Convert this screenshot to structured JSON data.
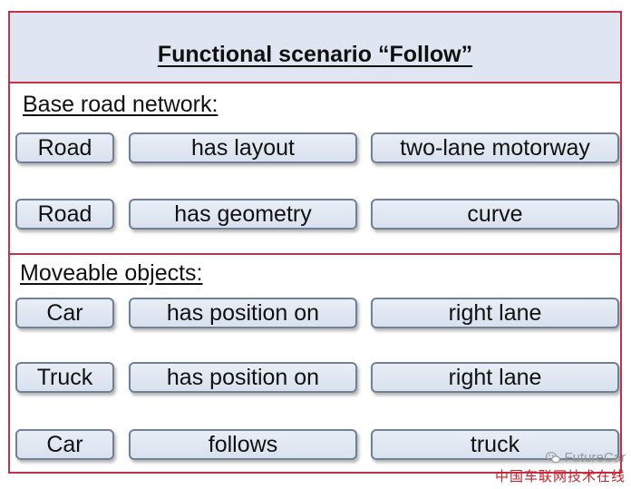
{
  "title": "Functional scenario “Follow”",
  "sections": [
    {
      "label": "Base road network:",
      "rows": [
        [
          "Road",
          "has layout",
          "two-lane motorway"
        ],
        [
          "Road",
          "has geometry",
          "curve"
        ]
      ]
    },
    {
      "label": "Moveable objects:",
      "rows": [
        [
          "Car",
          "has position on",
          "right lane"
        ],
        [
          "Truck",
          "has position on",
          "right lane"
        ],
        [
          "Car",
          "follows",
          "truck"
        ]
      ]
    }
  ],
  "watermark": {
    "brand": "FutureCar",
    "icon": "wechat-icon",
    "caption": "中国车联网技术在线"
  },
  "colors": {
    "frame_border": "#c0334a",
    "title_band": "#dfe6f1",
    "pill_border": "#6f8196",
    "pill_fill": "#e2e8f2",
    "watermark_caption": "#c8202c"
  }
}
